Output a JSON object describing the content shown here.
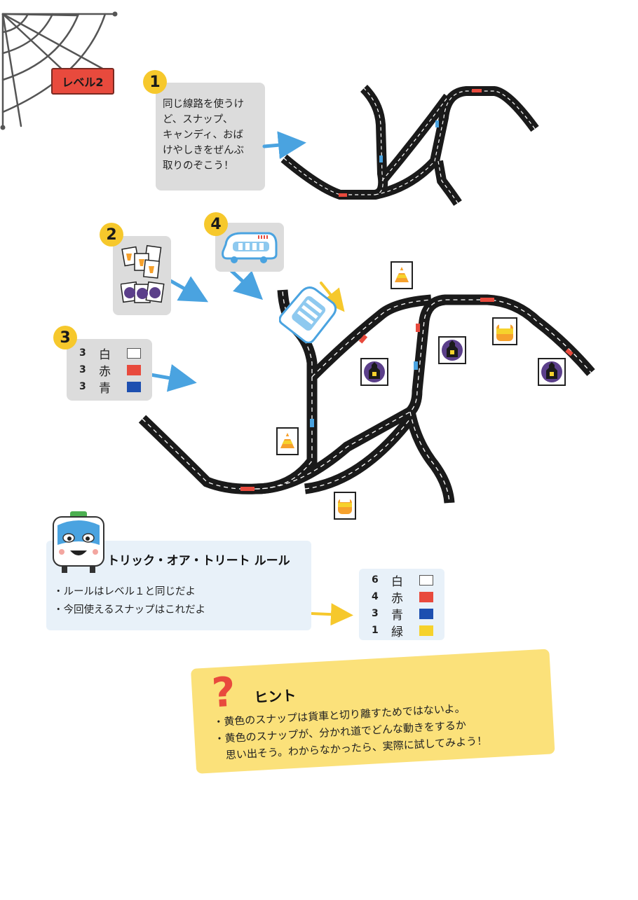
{
  "level": {
    "label": "レベル2"
  },
  "steps": {
    "s1": {
      "num": "1",
      "lines": [
        "同じ線路を使うけ",
        "ど、スナップ、",
        "キャンディ、おば",
        "けやしきをぜんぶ",
        "取りのぞこう！"
      ]
    },
    "s2": {
      "num": "2"
    },
    "s3": {
      "num": "3"
    },
    "s4": {
      "num": "4"
    }
  },
  "snaps_level": [
    {
      "count": "3",
      "name": "白",
      "color": "#ffffff"
    },
    {
      "count": "3",
      "name": "赤",
      "color": "#e84a3d"
    },
    {
      "count": "3",
      "name": "青",
      "color": "#1d4fb0"
    }
  ],
  "rules": {
    "title": "トリック・オア・トリート ルール",
    "items": [
      "・ルールはレベル１と同じだよ",
      "・今回使えるスナップはこれだよ"
    ]
  },
  "snaps_rules": [
    {
      "count": "6",
      "name": "白",
      "color": "#ffffff"
    },
    {
      "count": "4",
      "name": "赤",
      "color": "#e84a3d"
    },
    {
      "count": "3",
      "name": "青",
      "color": "#1d4fb0"
    },
    {
      "count": "1",
      "name": "緑",
      "color": "#f6d22c"
    }
  ],
  "hint": {
    "title": "ヒント",
    "items": [
      "・黄色のスナップは貨車と切り離すためではないよ。",
      "・黄色のスナップが、分かれ道でどんな動きをするか",
      "　思い出そう。わからなかったら、実際に試してみよう！"
    ]
  },
  "icons": [
    "spider-web-icon",
    "train-icon",
    "candy-corn-icon",
    "haunted-house-icon",
    "question-mark-icon",
    "arrow-icon",
    "robot-train-mascot-icon"
  ],
  "colors": {
    "accent_yellow": "#f6c82c",
    "arrow_blue": "#4aa3e0",
    "card_grey": "#dcdcdc",
    "card_blue": "#e8f1f9",
    "hint_yellow": "#fbe17a",
    "level_red": "#e84a3d"
  }
}
